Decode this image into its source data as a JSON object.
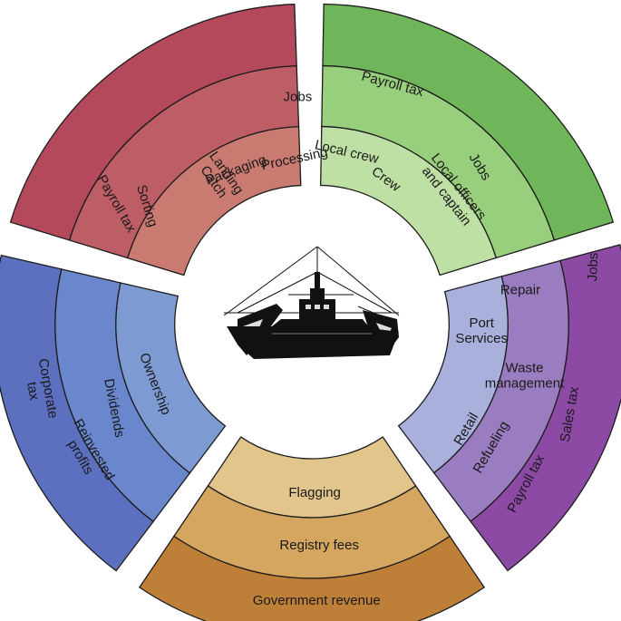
{
  "colors": {
    "harvest": [
      "#c97b72",
      "#bd5e66",
      "#b5495c"
    ],
    "crew": [
      "#bfe0a5",
      "#98cf7c",
      "#6fb55a"
    ],
    "port": [
      "#a9b0dc",
      "#9a7cc0",
      "#8c4aa5"
    ],
    "government": [
      "#e2c58b",
      "#d4a660",
      "#be8038"
    ],
    "ownership": [
      "#7d9ad3",
      "#6a86cc",
      "#5d6fbf"
    ],
    "ship_fill": "#111111",
    "outline": "#1c1c1c",
    "background": "#ffffff"
  },
  "sectors": [
    {
      "id": "harvest",
      "rings": [
        {
          "labels": [
            {
              "text": "Landing\nCatch"
            }
          ]
        },
        {
          "labels": [
            {
              "text": "Sorting"
            },
            {
              "text": "Packaging"
            },
            {
              "text": "Processing"
            }
          ]
        },
        {
          "labels": [
            {
              "text": "Payroll tax"
            },
            {
              "text": "Jobs"
            }
          ]
        }
      ]
    },
    {
      "id": "crew",
      "rings": [
        {
          "labels": [
            {
              "text": "Crew"
            }
          ]
        },
        {
          "labels": [
            {
              "text": "Local crew"
            },
            {
              "text": "Local officers\nand captain"
            }
          ]
        },
        {
          "labels": [
            {
              "text": "Payroll tax"
            },
            {
              "text": "Jobs"
            }
          ]
        }
      ]
    },
    {
      "id": "port",
      "rings": [
        {
          "labels": [
            {
              "text": "Port\nServices"
            },
            {
              "text": "Retail"
            }
          ]
        },
        {
          "labels": [
            {
              "text": "Repair"
            },
            {
              "text": "Waste\nmanagement"
            },
            {
              "text": "Refueling"
            }
          ]
        },
        {
          "labels": [
            {
              "text": "Jobs"
            },
            {
              "text": "Sales tax"
            },
            {
              "text": "Payroll tax"
            }
          ]
        }
      ]
    },
    {
      "id": "government",
      "rings": [
        {
          "labels": [
            {
              "text": "Flagging"
            }
          ]
        },
        {
          "labels": [
            {
              "text": "Registry fees"
            }
          ]
        },
        {
          "labels": [
            {
              "text": "Government revenue"
            }
          ]
        }
      ]
    },
    {
      "id": "ownership",
      "rings": [
        {
          "labels": [
            {
              "text": "Ownership"
            }
          ]
        },
        {
          "labels": [
            {
              "text": "Dividends"
            }
          ]
        },
        {
          "labels": [
            {
              "text": "Corporate\ntax"
            },
            {
              "text": "Reinvested\nprofits"
            }
          ]
        }
      ]
    }
  ],
  "center": {
    "icon": "fishing-trawler-icon"
  }
}
